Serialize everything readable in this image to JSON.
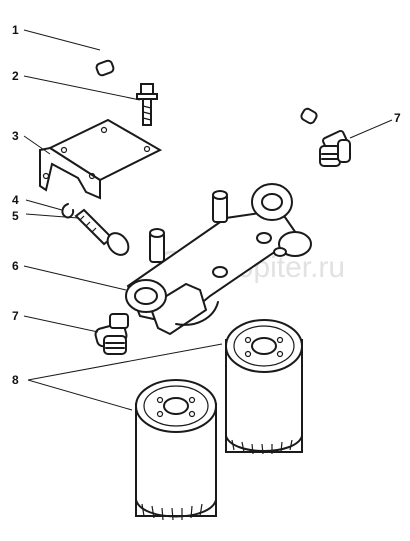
{
  "watermark": "autopiter.ru",
  "callouts": [
    "1",
    "2",
    "3",
    "4",
    "5",
    "6",
    "7",
    "7",
    "8"
  ]
}
